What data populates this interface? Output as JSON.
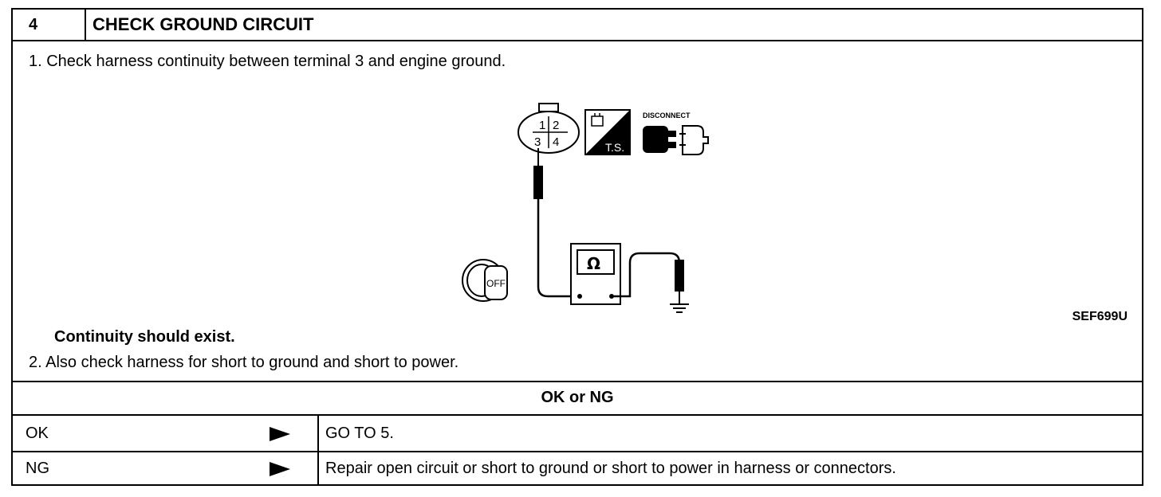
{
  "step": {
    "number": "4",
    "title": "CHECK GROUND CIRCUIT"
  },
  "instructions": {
    "line1": "1.  Check harness continuity between terminal 3 and engine ground.",
    "continuity": "Continuity should exist.",
    "line2": "2.  Also check harness for short to ground and short to power."
  },
  "figure": {
    "code": "SEF699U",
    "connector_pins": [
      "1",
      "2",
      "3",
      "4"
    ],
    "ts_label": "T.S.",
    "disconnect_label": "DISCONNECT",
    "key_label": "OFF",
    "meter_symbol": "Ω",
    "icons": [
      "connector-icon",
      "test-shell-icon",
      "disconnect-icon",
      "ignition-key-icon",
      "ohmmeter-icon",
      "ground-icon"
    ]
  },
  "result": {
    "header": "OK or NG",
    "rows": [
      {
        "label": "OK",
        "action": "GO TO 5."
      },
      {
        "label": "NG",
        "action": "Repair open circuit or short to ground or short to power in harness or connectors."
      }
    ]
  }
}
